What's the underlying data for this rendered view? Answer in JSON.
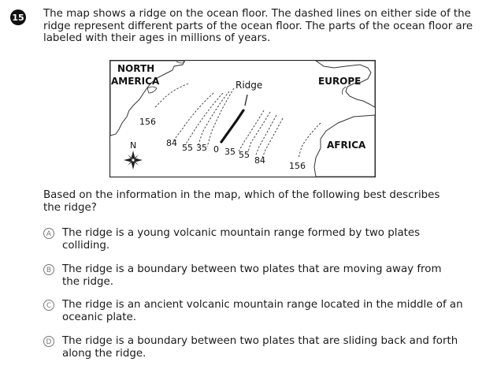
{
  "question": {
    "number": "15",
    "stem_lines": [
      "The map shows a ridge on the ocean floor. The dashed lines on either side of the",
      "ridge represent different parts of the ocean floor. The parts of the ocean floor are",
      "labeled with their ages in millions of years."
    ],
    "prompt_lines": [
      "Based on the information in the map, which of the following best describes",
      "the ridge?"
    ]
  },
  "map": {
    "labels": {
      "north": "NORTH",
      "america": "AMERICA",
      "europe": "EUROPE",
      "africa": "AFRICA",
      "ridge": "Ridge",
      "compass": "N"
    },
    "ages": [
      "156",
      "84",
      "55",
      "35",
      "0",
      "35",
      "55",
      "84",
      "156"
    ]
  },
  "choices": [
    {
      "letter": "A",
      "lines": [
        "The ridge is a young volcanic mountain range formed by two plates",
        "colliding."
      ]
    },
    {
      "letter": "B",
      "lines": [
        "The ridge is a boundary between two plates that are moving away from",
        "the ridge."
      ]
    },
    {
      "letter": "C",
      "lines": [
        "The ridge is an ancient volcanic mountain range located in the middle of an",
        "oceanic plate."
      ]
    },
    {
      "letter": "D",
      "lines": [
        "The ridge is a boundary between two plates that are sliding back and forth",
        "along the ridge."
      ]
    }
  ]
}
